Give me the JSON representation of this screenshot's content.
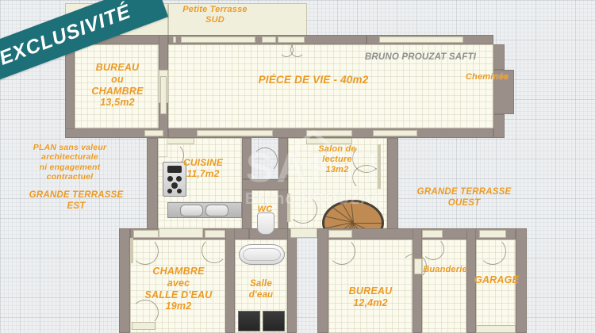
{
  "document": {
    "type": "floor-plan",
    "ribbon_label": "EXCLUSIVITÉ",
    "agent_credit": "BRUNO PROUZAT SAFTI",
    "disclaimer": "PLAN sans valeur\narchitecturale\nni engagement\ncontractuel"
  },
  "watermark": {
    "brand": "SAFTI",
    "agent": "Bruno PROUZAT",
    "icon": "house-outline-icon"
  },
  "colors": {
    "ribbon_teal": "#1d7077",
    "label_orange": "#eb9a23",
    "credit_gray": "#8d8d8d",
    "wall_gray": "#9a8f89",
    "room_cream": "#fbfaec",
    "background_gray": "#edeff1",
    "stair_wood": "#c08b52"
  },
  "rooms": [
    {
      "id": "bureau-chambre",
      "label": "BUREAU\nou\nCHAMBRE\n13,5m2",
      "name": "BUREAU ou CHAMBRE",
      "area": "13,5m2"
    },
    {
      "id": "piece-de-vie",
      "label": "PIÉCE DE VIE - 40m2",
      "name": "PIÉCE DE VIE",
      "area": "40m2"
    },
    {
      "id": "cuisine",
      "label": "CUISINE\n11,7m2",
      "name": "CUISINE",
      "area": "11,7m2"
    },
    {
      "id": "salon-lecture",
      "label": "Salon de\nlecture\n13m2",
      "name": "Salon de lecture",
      "area": "13m2"
    },
    {
      "id": "wc",
      "label": "WC",
      "name": "WC",
      "area": ""
    },
    {
      "id": "chambre-salle",
      "label": "CHAMBRE\navec\nSALLE D'EAU\n19m2",
      "name": "CHAMBRE avec SALLE D'EAU",
      "area": "19m2"
    },
    {
      "id": "salle-d-eau",
      "label": "Salle\nd'eau",
      "name": "Salle d'eau",
      "area": ""
    },
    {
      "id": "bureau",
      "label": "BUREAU\n12,4m2",
      "name": "BUREAU",
      "area": "12,4m2"
    },
    {
      "id": "buanderie",
      "label": "Buanderie",
      "name": "Buanderie",
      "area": ""
    },
    {
      "id": "garage",
      "label": "GARAGE",
      "name": "GARAGE",
      "area": ""
    }
  ],
  "annotations": [
    {
      "id": "petite-terrasse-sud",
      "label": "Petite Terrasse\nSUD"
    },
    {
      "id": "cheminee",
      "label": "Cheminée"
    },
    {
      "id": "grande-terrasse-est",
      "label": "GRANDE TERRASSE\nEST"
    },
    {
      "id": "grande-terrasse-ouest",
      "label": "GRANDE TERRASSE\nOUEST"
    }
  ]
}
